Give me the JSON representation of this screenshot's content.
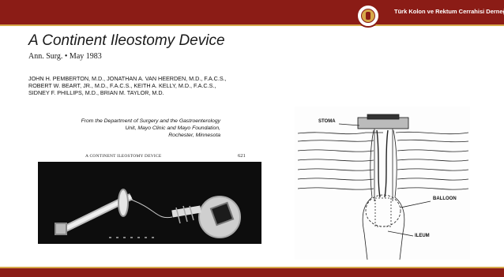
{
  "header": {
    "organization": "Türk Kolon ve Rektum Cerrahisi Derneği"
  },
  "slide": {
    "title": "A Continent Ileostomy Device",
    "journal": "Ann. Surg. • May 1983",
    "authors": [
      "JOHN H. PEMBERTON, M.D., JONATHAN A. VAN HEERDEN, M.D., F.A.C.S.,",
      "ROBERT W. BEART, JR., M.D., F.A.C.S., KEITH A. KELLY, M.D., F.A.C.S.,",
      "SIDNEY F. PHILLIPS, M.D., BRIAN M. TAYLOR, M.D."
    ],
    "department": [
      "From the Department of Surgery and the Gastroenterology",
      "Unit, Mayo Clinic and Mayo Foundation,",
      "Rochester, Minnesota"
    ]
  },
  "photo": {
    "caption": "A CONTINENT ILEOSTOMY DEVICE",
    "page_number": "621"
  },
  "diagram": {
    "labels": {
      "stoma": "STOMA",
      "balloon": "BALLOON",
      "ileum": "ILEUM"
    }
  }
}
